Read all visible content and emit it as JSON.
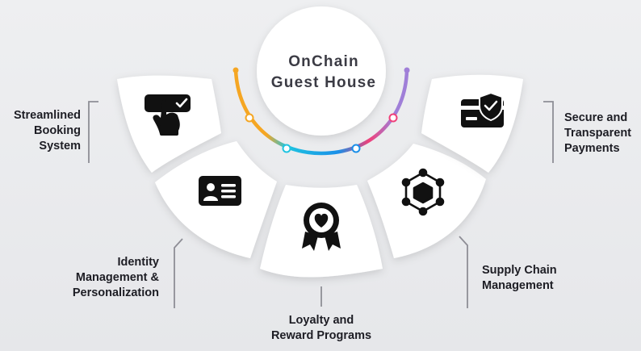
{
  "center": {
    "title_line1": "OnChain",
    "title_line2": "Guest House"
  },
  "features": [
    {
      "id": "booking",
      "icon": "hand-tap-check-icon",
      "label_lines": [
        "Streamlined",
        "Booking",
        "System"
      ]
    },
    {
      "id": "identity",
      "icon": "id-card-icon",
      "label_lines": [
        "Identity",
        "Management &",
        "Personalization"
      ]
    },
    {
      "id": "loyalty",
      "icon": "heart-badge-icon",
      "label_lines": [
        "Loyalty and",
        "Reward Programs"
      ]
    },
    {
      "id": "supply",
      "icon": "blockchain-cube-icon",
      "label_lines": [
        "Supply Chain",
        "Management"
      ]
    },
    {
      "id": "payments",
      "icon": "secure-card-icon",
      "label_lines": [
        "Secure and",
        "Transparent",
        "Payments"
      ]
    }
  ],
  "colors": {
    "arc_orange": "#f5a623",
    "arc_cyan": "#1fc4e0",
    "arc_blue": "#1a8fe8",
    "arc_pink": "#f0407a",
    "arc_purple": "#a07fd8",
    "text": "#1d1d24",
    "bracket": "#8e8e96",
    "card": "#ffffff",
    "icon": "#111111"
  }
}
